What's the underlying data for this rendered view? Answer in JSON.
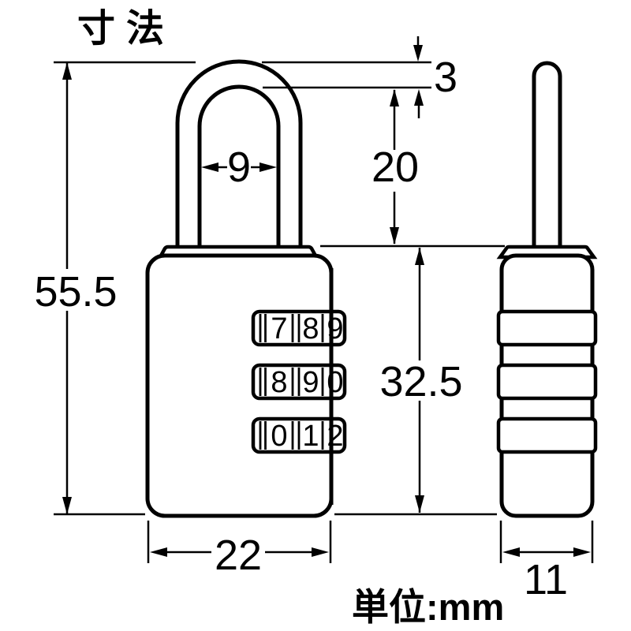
{
  "title": "寸法",
  "unit_label": "単位:mm",
  "colors": {
    "line": "#000000",
    "background": "#ffffff"
  },
  "dimensions": {
    "total_height": "55.5",
    "shackle_thickness": "3",
    "shackle_inner_height": "20",
    "shackle_inner_width": "9",
    "body_height": "32.5",
    "body_width": "22",
    "body_depth": "11"
  },
  "front_view": {
    "dials": [
      {
        "digits": [
          "7",
          "8",
          "9"
        ]
      },
      {
        "digits": [
          "8",
          "9",
          "0"
        ]
      },
      {
        "digits": [
          "0",
          "1",
          "2"
        ]
      }
    ]
  }
}
